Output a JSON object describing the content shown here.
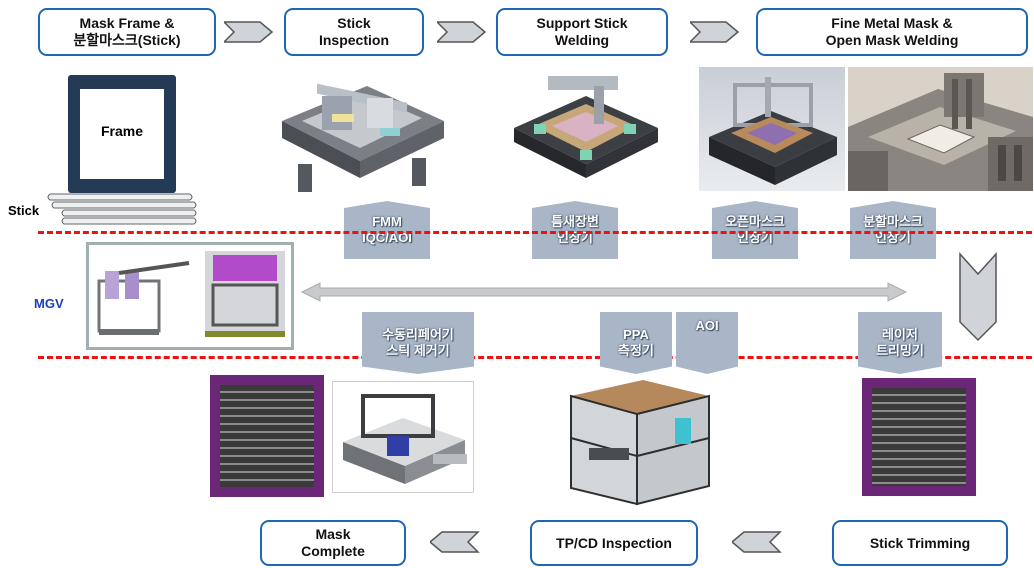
{
  "top_steps": {
    "step1": [
      "Mask Frame  &",
      "분할마스크(Stick)"
    ],
    "step2": [
      "Stick",
      "Inspection"
    ],
    "step3": [
      "Support Stick",
      "Welding"
    ],
    "step4": [
      "Fine Metal Mask &",
      "Open Mask  Welding"
    ]
  },
  "frame": {
    "label": "Frame",
    "stick_label": "Stick"
  },
  "equipment": {
    "fmm": [
      "FMM",
      "IQC/AOI"
    ],
    "gap": [
      "틈새장변",
      "인장기"
    ],
    "open": [
      "오픈마스크",
      "인장기"
    ],
    "split": [
      "분할마스크",
      "인장기"
    ],
    "repair": [
      "수동리페어기",
      "스틱 제거기"
    ],
    "ppa": [
      "PPA",
      "측정기"
    ],
    "aoi": "AOI",
    "laser": [
      "레이저",
      "트리밍기"
    ]
  },
  "mgv_label": "MGV",
  "bottom_steps": {
    "trim": "Stick Trimming",
    "tpcd": "TP/CD Inspection",
    "complete": [
      "Mask",
      "Complete"
    ]
  },
  "colors": {
    "accent": "#1f66b5",
    "dash": "#e11111",
    "badge": "#a9b6c7",
    "frame": "#243a55",
    "mask": "#6b2677"
  }
}
